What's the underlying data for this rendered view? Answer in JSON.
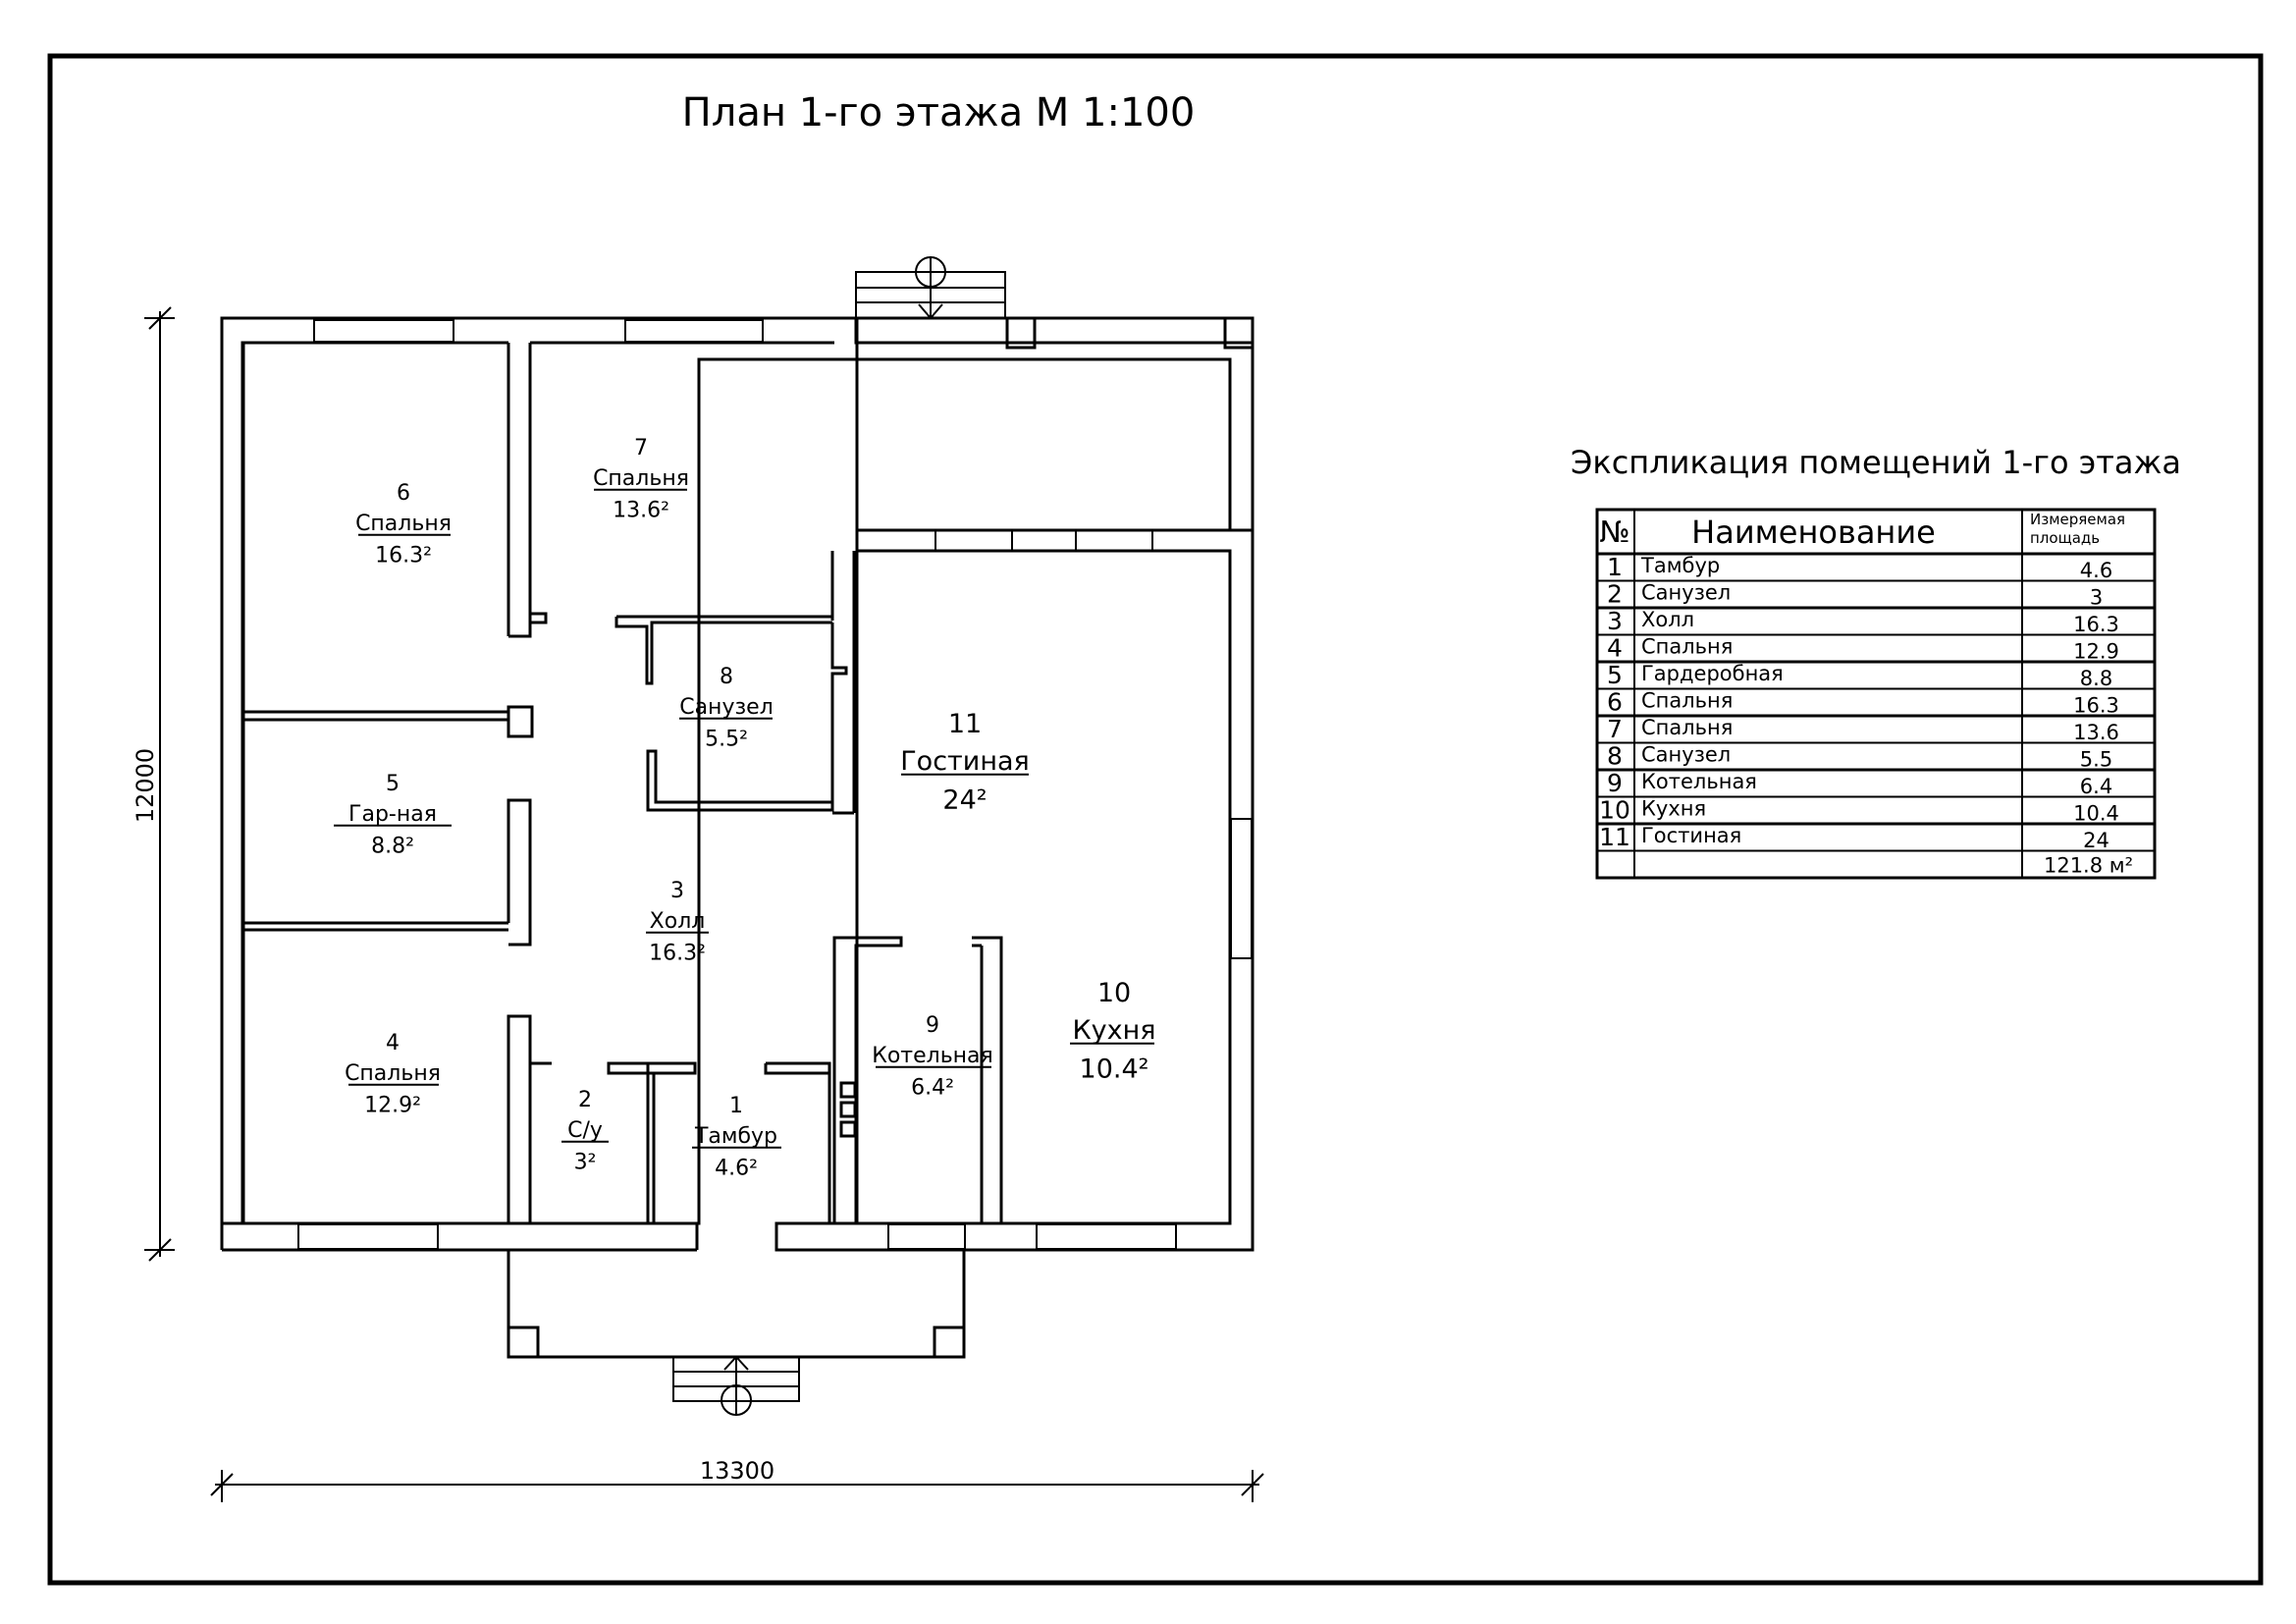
{
  "plan": {
    "title": "План 1-го этажа М 1:100",
    "dimension_width": "13300",
    "dimension_height": "12000"
  },
  "rooms": [
    {
      "num": "1",
      "name": "Тамбур",
      "area": "4.6²"
    },
    {
      "num": "2",
      "name": "С/у",
      "area": "3²"
    },
    {
      "num": "3",
      "name": "Холл",
      "area": "16.3²"
    },
    {
      "num": "4",
      "name": "Спальня",
      "area": "12.9²"
    },
    {
      "num": "5",
      "name": "Гар-ная",
      "area": "8.8²"
    },
    {
      "num": "6",
      "name": "Спальня",
      "area": "16.3²"
    },
    {
      "num": "7",
      "name": "Спальня",
      "area": "13.6²"
    },
    {
      "num": "8",
      "name": "Санузел",
      "area": "5.5²"
    },
    {
      "num": "9",
      "name": "Котельная",
      "area": "6.4²"
    },
    {
      "num": "10",
      "name": "Кухня",
      "area": "10.4²"
    },
    {
      "num": "11",
      "name": "Гостиная",
      "area": "24²"
    }
  ],
  "explication": {
    "title": "Экспликация помещений 1-го этажа",
    "headers": {
      "num": "№",
      "name": "Наименование",
      "area": "Измеряемая площадь"
    },
    "rows": [
      {
        "num": "1",
        "name": "Тамбур",
        "area": "4.6"
      },
      {
        "num": "2",
        "name": "Санузел",
        "area": "3"
      },
      {
        "num": "3",
        "name": "Холл",
        "area": "16.3"
      },
      {
        "num": "4",
        "name": "Спальня",
        "area": "12.9"
      },
      {
        "num": "5",
        "name": "Гардеробная",
        "area": "8.8"
      },
      {
        "num": "6",
        "name": "Спальня",
        "area": "16.3"
      },
      {
        "num": "7",
        "name": "Спальня",
        "area": "13.6"
      },
      {
        "num": "8",
        "name": "Санузел",
        "area": "5.5"
      },
      {
        "num": "9",
        "name": "Котельная",
        "area": "6.4"
      },
      {
        "num": "10",
        "name": "Кухня",
        "area": "10.4"
      },
      {
        "num": "11",
        "name": "Гостиная",
        "area": "24"
      }
    ],
    "total": "121.8 м²"
  }
}
